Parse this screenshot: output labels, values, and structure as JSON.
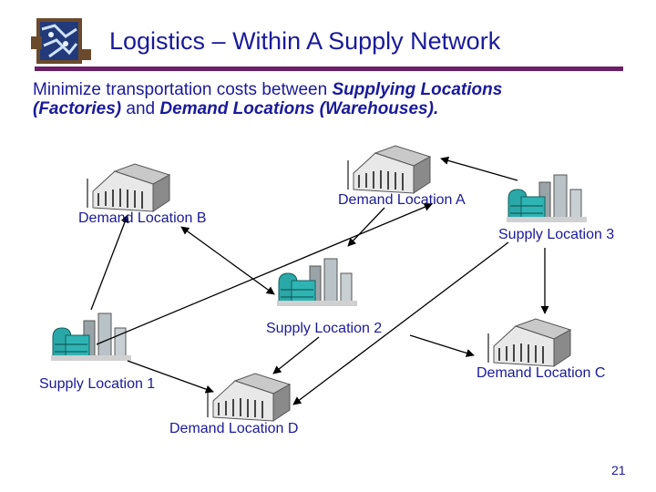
{
  "title": "Logistics – Within A Supply Network",
  "intro": {
    "text1": "Minimize transportation costs between ",
    "em1": "Supplying Locations (Factories)",
    "text2": " and ",
    "em2": "Demand Locations (Warehouses)."
  },
  "labels": {
    "demand_a": "Demand Location A",
    "demand_b": "Demand Location B",
    "demand_c": "Demand Location C",
    "demand_d": "Demand Location D",
    "supply_1": "Supply Location 1",
    "supply_2": "Supply Location 2",
    "supply_3": "Supply Location 3"
  },
  "page_number": "21",
  "colors": {
    "title": "#1a1a9a",
    "rule": "#6a1f66",
    "factory": "#2aa8a8",
    "warehouse": "#9a9a9a"
  },
  "icons": {
    "logo": "puzzle-logo-icon",
    "warehouse": "warehouse-icon",
    "factory": "factory-icon"
  }
}
